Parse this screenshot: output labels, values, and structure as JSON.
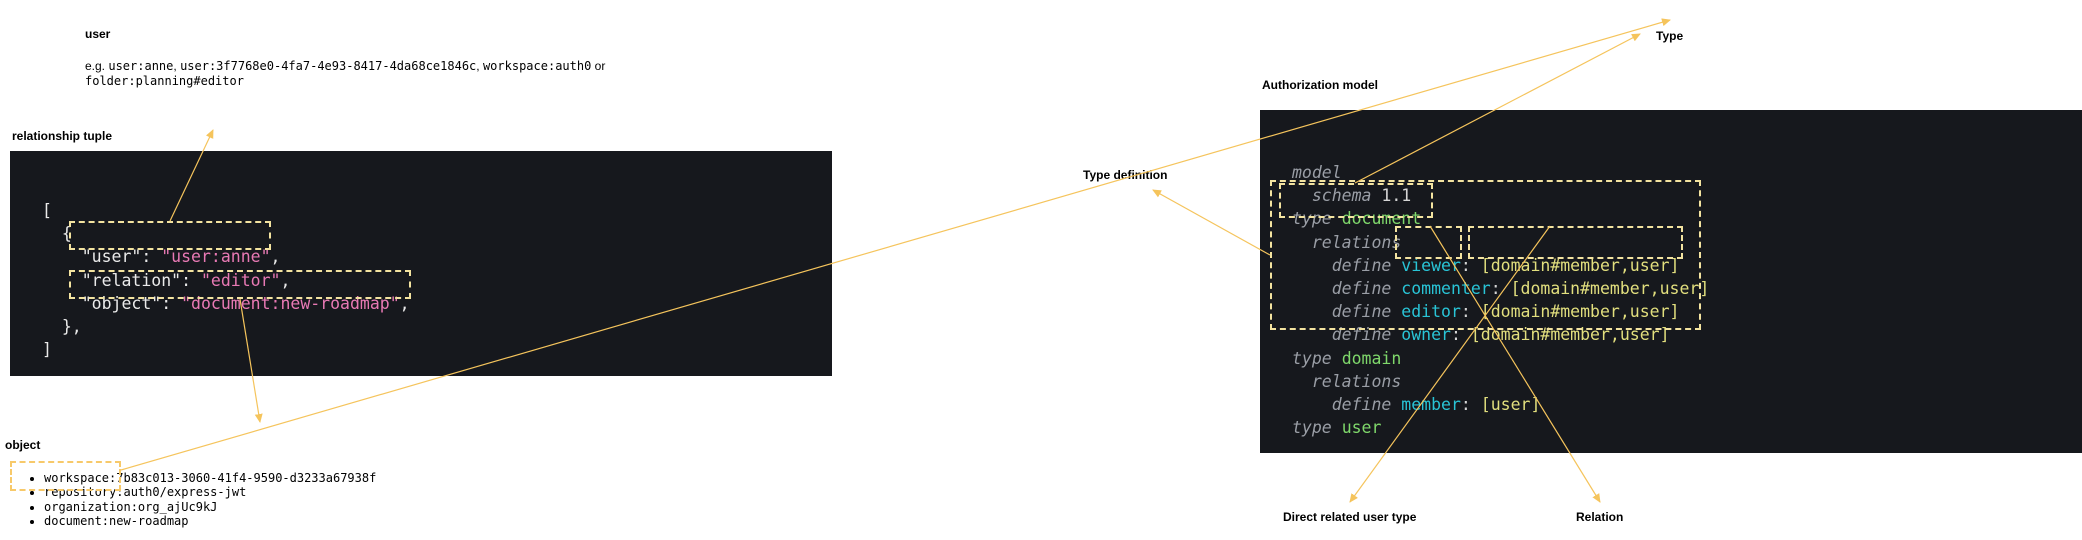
{
  "labels": {
    "user": "user",
    "relationship_tuple": "relationship tuple",
    "object": "object",
    "type_definition": "Type definition",
    "authorization_model": "Authorization model",
    "type": "Type",
    "direct_related_user_type": "Direct related user type",
    "relation": "Relation"
  },
  "user_example": {
    "prefix": "e.g. ",
    "u1": "user:anne",
    "sep1": ", ",
    "u2": "user:3f7768e0-4fa7-4e93-8417-4da68ce1846c",
    "sep2": ", ",
    "u3": "workspace:auth0",
    "or": " or",
    "u4": "folder:planning#editor"
  },
  "tuple": {
    "open_bracket": "[",
    "open_brace": "{",
    "user_key": "\"user\"",
    "user_value": "\"user:anne\"",
    "relation_key": "\"relation\"",
    "relation_value": "\"editor\"",
    "object_key": "\"object\"",
    "object_value": "\"document:new-roadmap\"",
    "colon": ": ",
    "comma": ",",
    "close_brace": "},",
    "close_bracket": "]"
  },
  "object_examples": [
    "workspace:7b83c013-3060-41f4-9590-d3233a67938f",
    "repository:auth0/express-jwt",
    "organization:org_ajUc9kJ",
    "document:new-roadmap"
  ],
  "model": {
    "model_kw": "model",
    "schema_kw": "schema",
    "schema_version": "1.1",
    "type_kw": "type",
    "relations_kw": "relations",
    "define_kw": "define",
    "types": {
      "document": "document",
      "domain": "domain",
      "user": "user"
    },
    "document_relations": [
      {
        "name": "viewer",
        "types": "[domain#member,user]"
      },
      {
        "name": "commenter",
        "types": "[domain#member,user]"
      },
      {
        "name": "editor",
        "types": "[domain#member,user]"
      },
      {
        "name": "owner",
        "types": "[domain#member,user]"
      }
    ],
    "domain_relations": [
      {
        "name": "member",
        "types": "[user]"
      }
    ],
    "sep": ": "
  },
  "colors": {
    "panel_bg": "#16181d",
    "arrow": "#f5c45c",
    "dash_box": "#f3e3a0",
    "json_string": "#e879b4",
    "type_name": "#7fd86b",
    "relation_name": "#29c4d6",
    "relation_types": "#e2df7e",
    "keyword": "#9a9ea6"
  }
}
